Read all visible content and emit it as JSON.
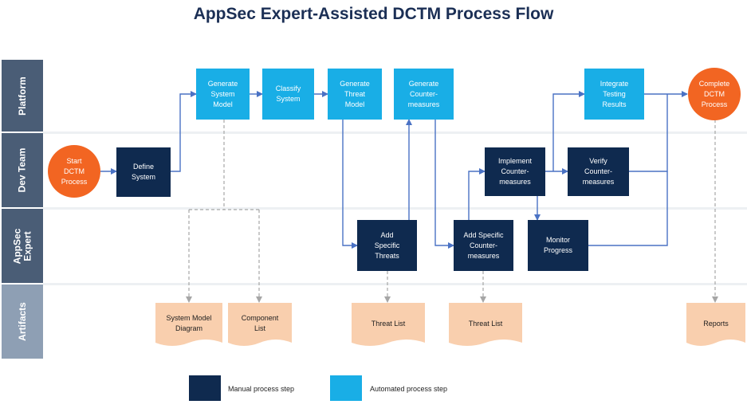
{
  "title": "AppSec Expert-Assisted DCTM Process Flow",
  "lanes": {
    "platform": "Platform",
    "dev_team": "Dev Team",
    "appsec_expert": "AppSec\nExpert",
    "artifacts": "Artifacts"
  },
  "nodes": {
    "start": "Start\nDCTM\nProcess",
    "define_system": "Define\nSystem",
    "generate_system_model": "Generate\nSystem\nModel",
    "classify_system": "Classify\nSystem",
    "generate_threat_model": "Generate\nThreat\nModel",
    "generate_countermeasures": "Generate\nCounter-\nmeasures",
    "add_specific_threats": "Add\nSpecific\nThreats",
    "add_specific_countermeasures": "Add Specific\nCounter-\nmeasures",
    "implement_countermeasures": "Implement\nCounter-\nmeasures",
    "monitor_progress": "Monitor\nProgress",
    "verify_countermeasures": "Verify\nCounter-\nmeasures",
    "integrate_testing_results": "Integrate\nTesting\nResults",
    "complete": "Complete\nDCTM\nProcess"
  },
  "artifacts": {
    "system_model_diagram": "System Model\nDiagram",
    "component_list": "Component\nList",
    "threat_list_1": "Threat List",
    "threat_list_2": "Threat List",
    "reports": "Reports"
  },
  "legend": {
    "manual": "Manual process step",
    "automated": "Automated process step"
  },
  "colors": {
    "manual": "#0f2a4f",
    "automated": "#19aee6",
    "start_end": "#f26522",
    "artifact": "#f9cfae",
    "connector": "#4a72c4",
    "artifact_connector": "#a6a6a6",
    "lane_label": "#4a5d76",
    "artifacts_lane_label": "#8e9fb4"
  }
}
